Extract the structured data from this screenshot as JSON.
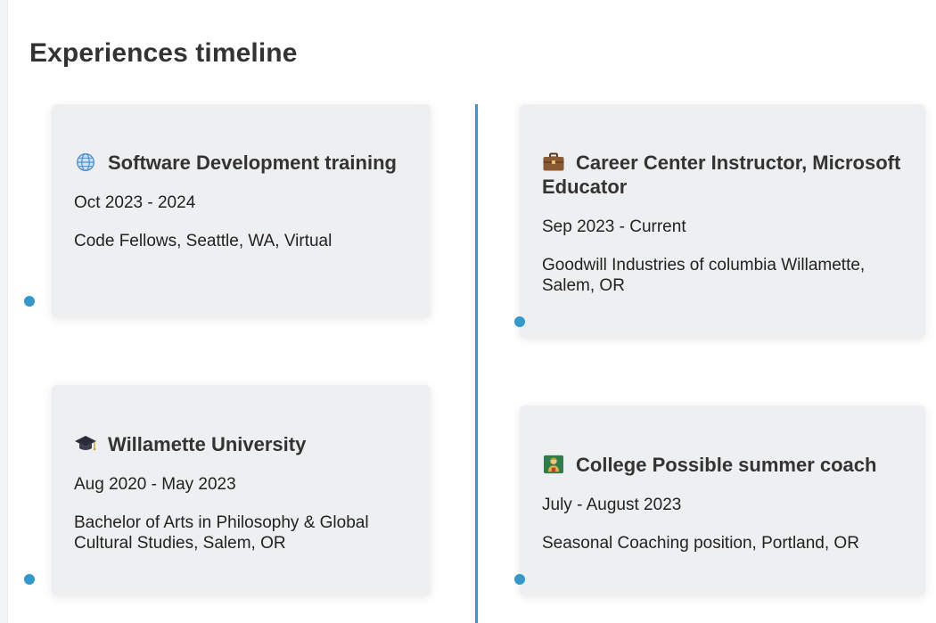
{
  "page": {
    "title": "Experiences timeline"
  },
  "colors": {
    "accent": "#3399cc",
    "card_background": "#edeff0",
    "text": "#333333"
  },
  "timeline": [
    {
      "icon": "globe-icon",
      "title": "Software Development training",
      "date": "Oct 2023 - 2024",
      "description": "Code Fellows, Seattle, WA, Virtual"
    },
    {
      "icon": "briefcase-icon",
      "title": "Career Center Instructor, Microsoft Educator",
      "date": "Sep 2023 - Current",
      "description": "Goodwill Industries of columbia Willamette, Salem, OR"
    },
    {
      "icon": "graduation-cap-icon",
      "title": "Willamette University",
      "date": "Aug 2020 - May 2023",
      "description": "Bachelor of Arts in Philosophy & Global Cultural Studies, Salem, OR"
    },
    {
      "icon": "teacher-icon",
      "title": "College Possible summer coach",
      "date": "July - August 2023",
      "description": "Seasonal Coaching position, Portland, OR"
    }
  ]
}
